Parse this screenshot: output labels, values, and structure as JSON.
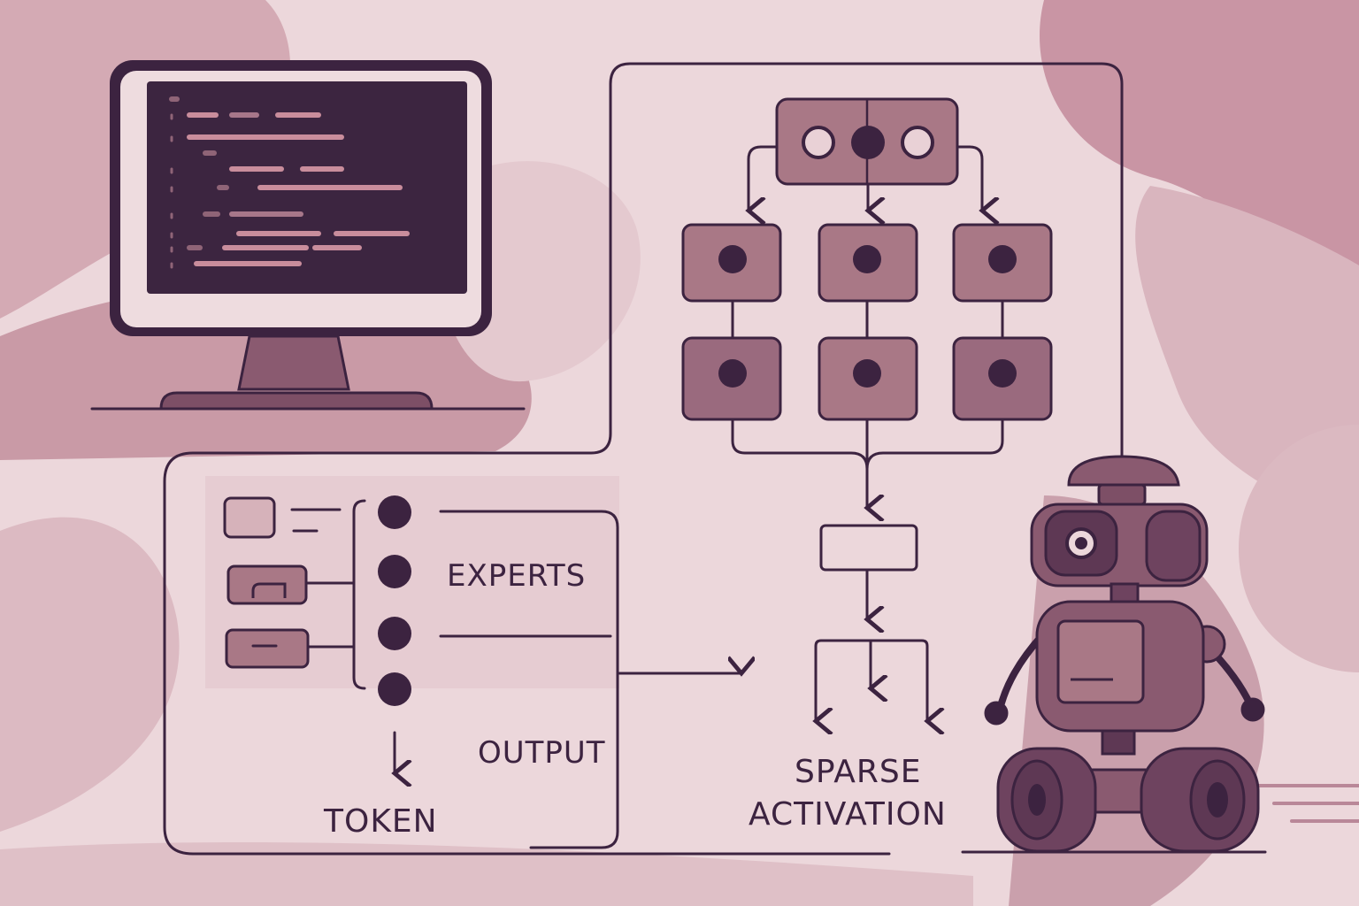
{
  "labels": {
    "experts": "EXPERTS",
    "output": "OUTPUT",
    "token": "TOKEN",
    "sparse_line1": "SPARSE",
    "sparse_line2": "ACTIVATION"
  },
  "colors": {
    "background": "#ecd7db",
    "blob_dark": "#c99aa6",
    "blob_mid": "#d8b3bc",
    "ink": "#3c2340",
    "box_fill": "#a97886",
    "box_fill_light": "#d6b2ba",
    "screen": "#3c2540",
    "robot_body": "#8a5a70",
    "robot_dark": "#5e3854",
    "code_line": "#c98d9c"
  },
  "icons": {
    "monitor": "computer-monitor-icon",
    "robot": "robot-icon"
  }
}
